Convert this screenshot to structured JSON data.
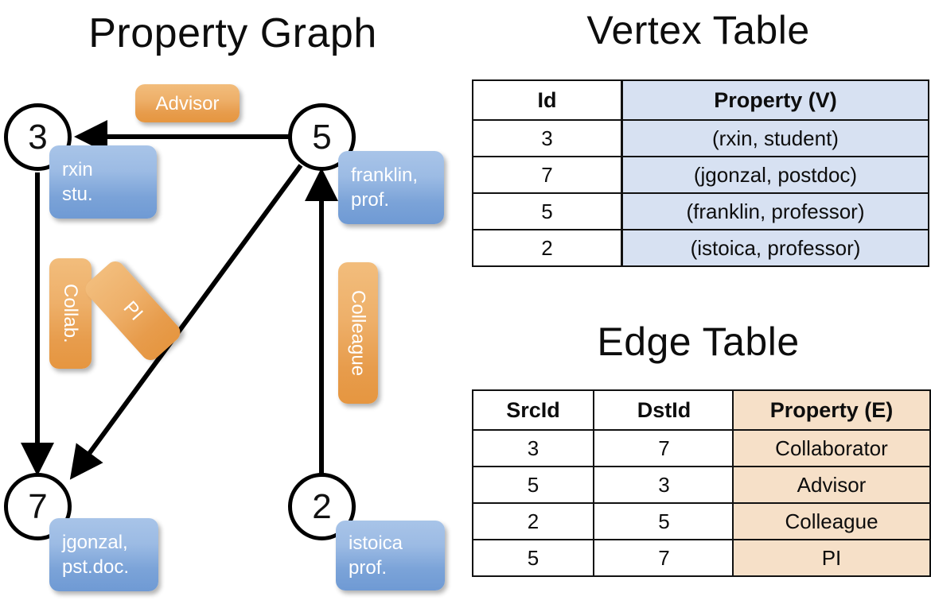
{
  "panels": {
    "graph_title": "Property Graph",
    "vertex_title": "Vertex Table",
    "edge_title": "Edge Table"
  },
  "graph": {
    "nodes": [
      {
        "id": "3",
        "label_lines": [
          "rxin",
          "stu."
        ]
      },
      {
        "id": "5",
        "label_lines": [
          "franklin,",
          "prof."
        ]
      },
      {
        "id": "7",
        "label_lines": [
          "jgonzal,",
          "pst.doc."
        ]
      },
      {
        "id": "2",
        "label_lines": [
          "istoica",
          "prof."
        ]
      }
    ],
    "edge_labels": [
      {
        "name": "advisor",
        "text": "Advisor"
      },
      {
        "name": "collab",
        "text": "Collab."
      },
      {
        "name": "pi",
        "text": "PI"
      },
      {
        "name": "colleague",
        "text": "Colleague"
      }
    ]
  },
  "vertex_table": {
    "headers": [
      "Id",
      "Property (V)"
    ],
    "rows": [
      {
        "id": "3",
        "property": "(rxin, student)"
      },
      {
        "id": "7",
        "property": "(jgonzal, postdoc)"
      },
      {
        "id": "5",
        "property": "(franklin, professor)"
      },
      {
        "id": "2",
        "property": "(istoica, professor)"
      }
    ]
  },
  "edge_table": {
    "headers": [
      "SrcId",
      "DstId",
      "Property (E)"
    ],
    "rows": [
      {
        "src": "3",
        "dst": "7",
        "property": "Collaborator"
      },
      {
        "src": "5",
        "dst": "3",
        "property": "Advisor"
      },
      {
        "src": "2",
        "dst": "5",
        "property": "Colleague"
      },
      {
        "src": "5",
        "dst": "7",
        "property": "PI"
      }
    ]
  },
  "colors": {
    "vertex_box": "#7ba3d8",
    "edge_box": "#e79c4c",
    "vertex_cell": "#d7e1f2",
    "edge_cell": "#f6e0c8",
    "stroke": "#000000"
  }
}
